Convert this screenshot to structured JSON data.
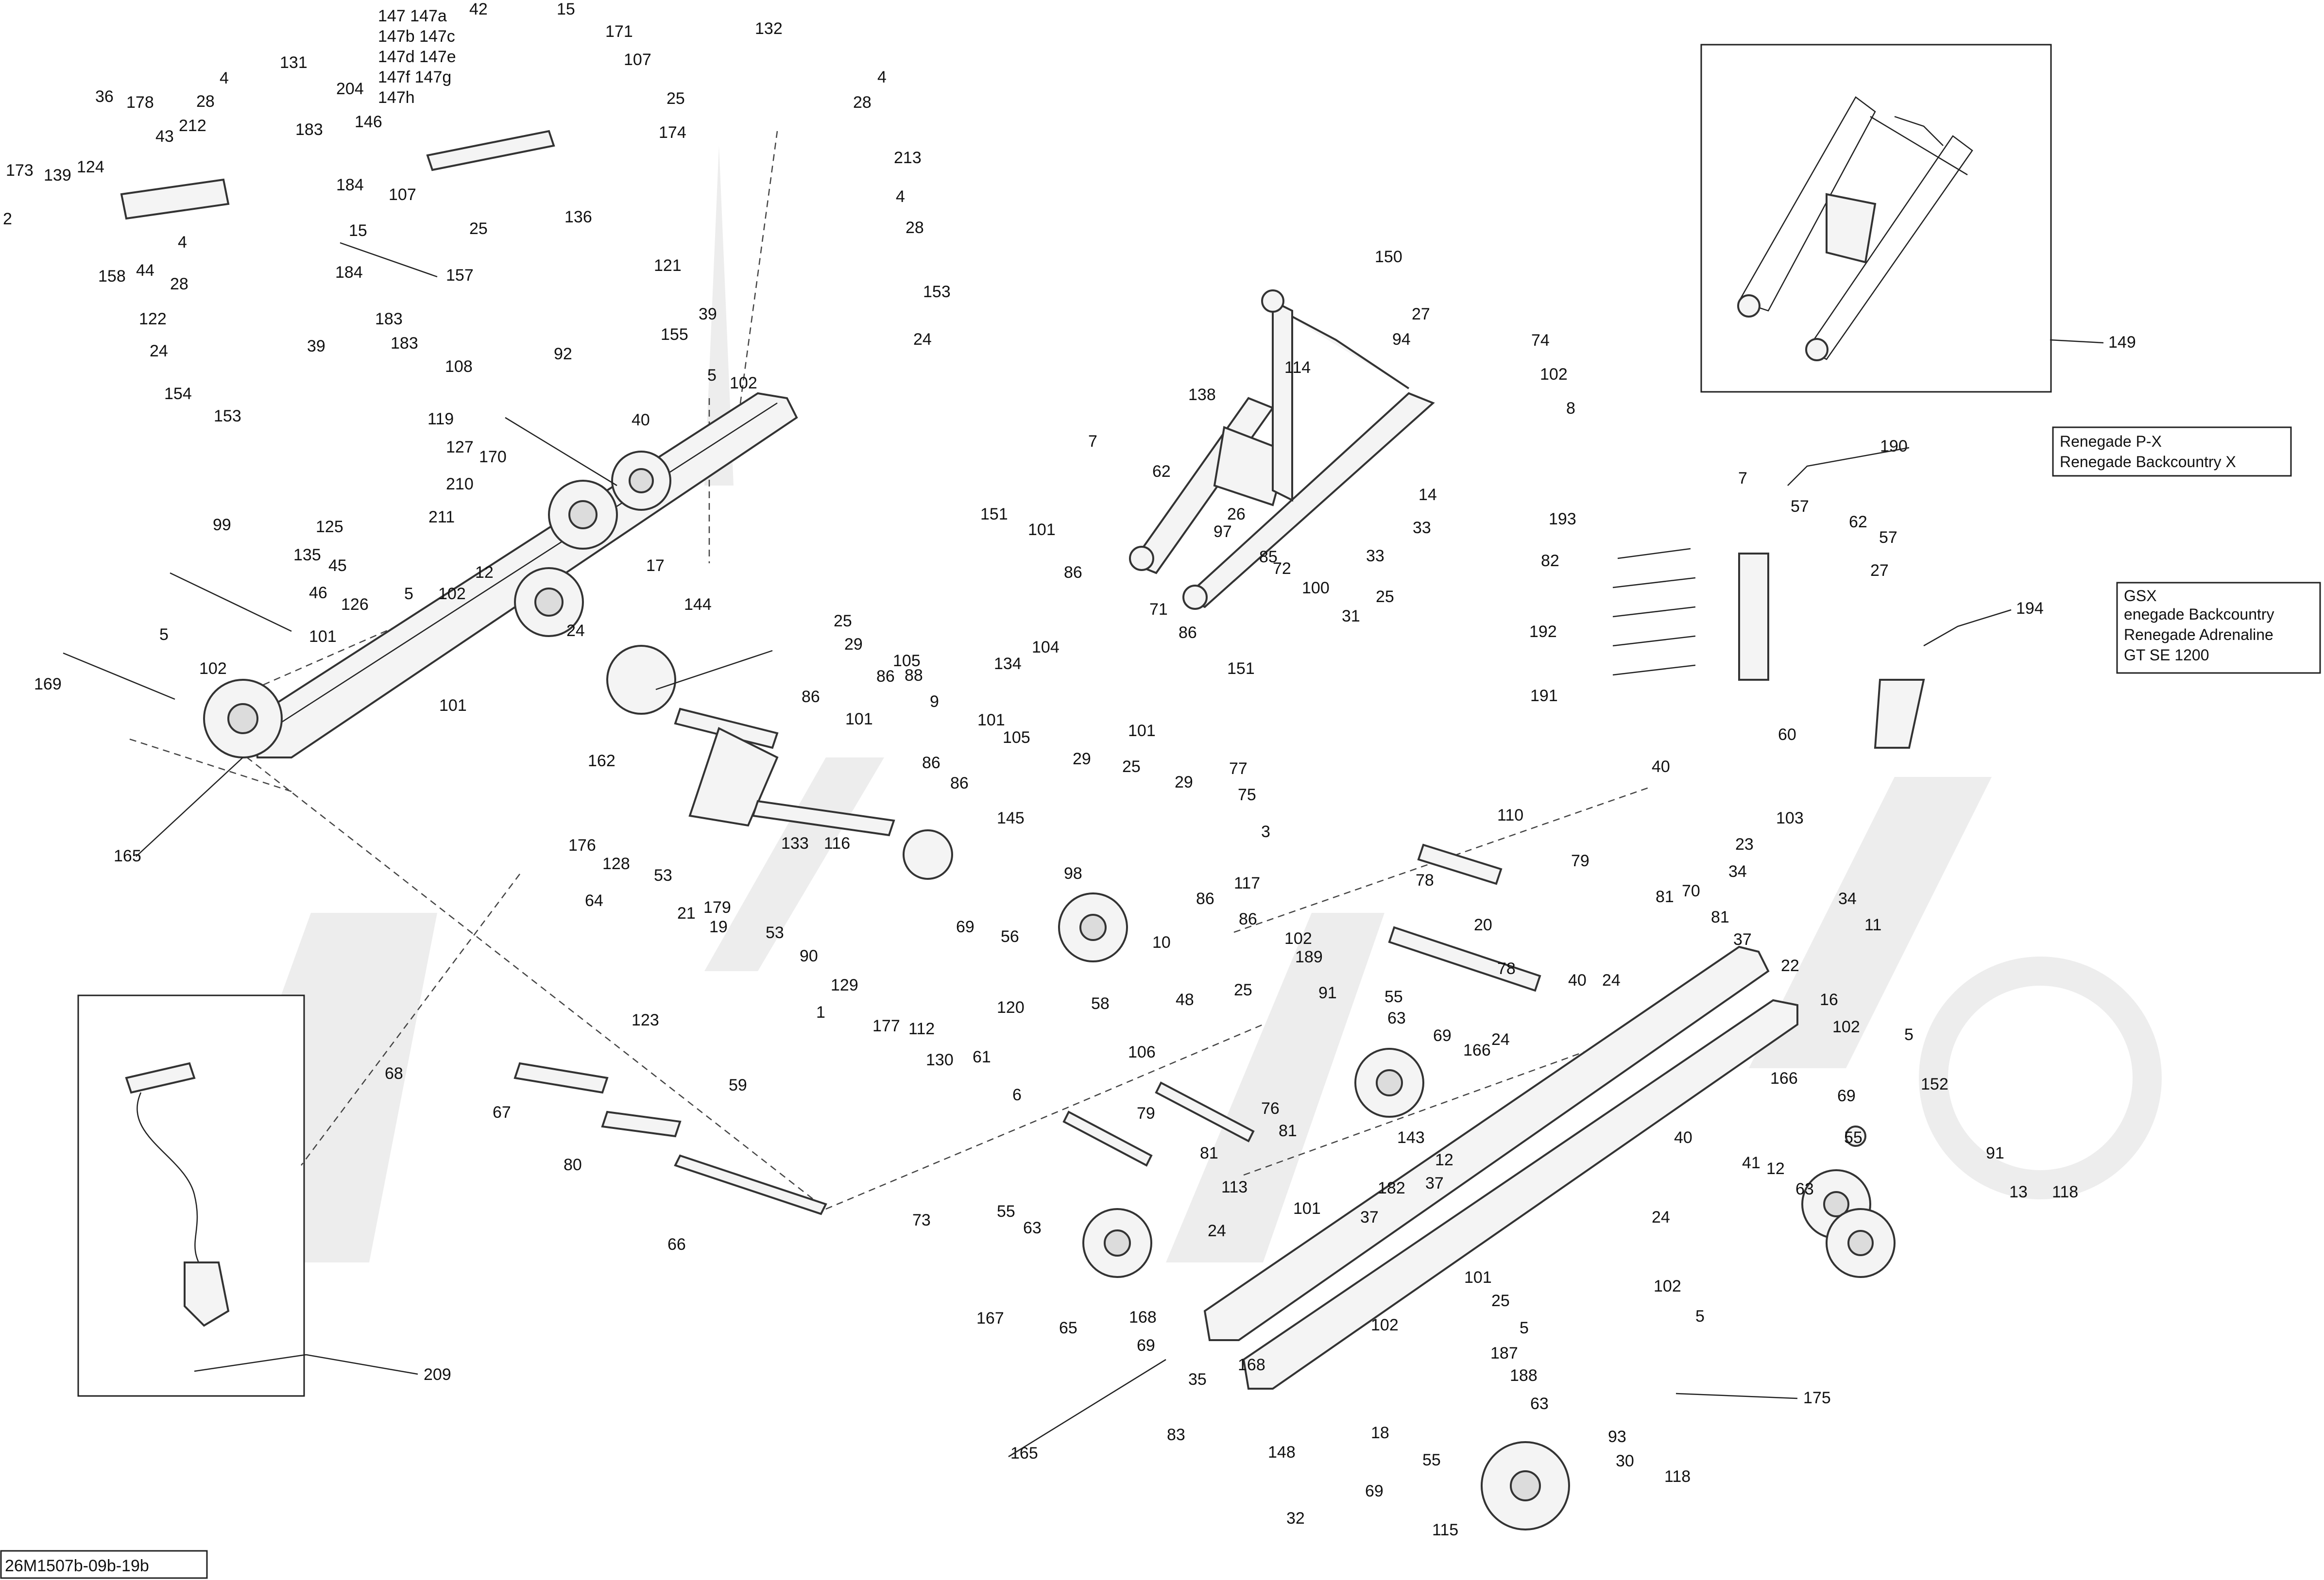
{
  "diagram_code": "26M1507b-09b-19b",
  "callouts": [
    {
      "id": "c173",
      "text": "173"
    },
    {
      "id": "c139",
      "text": "139"
    },
    {
      "id": "c124",
      "text": "124"
    },
    {
      "id": "c36",
      "text": "36"
    },
    {
      "id": "c178",
      "text": "178"
    },
    {
      "id": "c43",
      "text": "43"
    },
    {
      "id": "c212",
      "text": "212"
    },
    {
      "id": "c28a",
      "text": "28"
    },
    {
      "id": "c4a",
      "text": "4"
    },
    {
      "id": "c131",
      "text": "131"
    },
    {
      "id": "c204",
      "text": "204"
    },
    {
      "id": "c183a",
      "text": "183"
    },
    {
      "id": "c146",
      "text": "146"
    },
    {
      "id": "c2",
      "text": "2"
    },
    {
      "id": "c158",
      "text": "158"
    },
    {
      "id": "c44",
      "text": "44"
    },
    {
      "id": "c4b",
      "text": "4"
    },
    {
      "id": "c28b",
      "text": "28"
    },
    {
      "id": "c122",
      "text": "122"
    },
    {
      "id": "c24a",
      "text": "24"
    },
    {
      "id": "c154",
      "text": "154"
    },
    {
      "id": "c153a",
      "text": "153"
    },
    {
      "id": "c184a",
      "text": "184"
    },
    {
      "id": "c184b",
      "text": "184"
    },
    {
      "id": "c183b",
      "text": "183"
    },
    {
      "id": "c39a",
      "text": "39"
    },
    {
      "id": "c183c",
      "text": "183"
    },
    {
      "id": "c108",
      "text": "108"
    },
    {
      "id": "c157",
      "text": "157"
    },
    {
      "id": "c15a",
      "text": "15"
    },
    {
      "id": "c107a",
      "text": "107"
    },
    {
      "id": "c25a",
      "text": "25"
    },
    {
      "id": "c147",
      "text": "147 147a"
    },
    {
      "id": "c147b",
      "text": "147b 147c"
    },
    {
      "id": "c147d",
      "text": "147d 147e"
    },
    {
      "id": "c147f",
      "text": "147f 147g"
    },
    {
      "id": "c147h",
      "text": "147h"
    },
    {
      "id": "c42",
      "text": "42"
    },
    {
      "id": "c15b",
      "text": "15"
    },
    {
      "id": "c171",
      "text": "171"
    },
    {
      "id": "c107b",
      "text": "107"
    },
    {
      "id": "c25b",
      "text": "25"
    },
    {
      "id": "c174",
      "text": "174"
    },
    {
      "id": "c136",
      "text": "136"
    },
    {
      "id": "c132",
      "text": "132"
    },
    {
      "id": "c4c",
      "text": "4"
    },
    {
      "id": "c28c",
      "text": "28"
    },
    {
      "id": "c213",
      "text": "213"
    },
    {
      "id": "c4d",
      "text": "4"
    },
    {
      "id": "c28d",
      "text": "28"
    },
    {
      "id": "c121",
      "text": "121"
    },
    {
      "id": "c153b",
      "text": "153"
    },
    {
      "id": "c39b",
      "text": "39"
    },
    {
      "id": "c155",
      "text": "155"
    },
    {
      "id": "c24b",
      "text": "24"
    },
    {
      "id": "c150",
      "text": "150"
    },
    {
      "id": "c27a",
      "text": "27"
    },
    {
      "id": "c94",
      "text": "94"
    },
    {
      "id": "c74",
      "text": "74"
    },
    {
      "id": "c102a",
      "text": "102"
    },
    {
      "id": "c8",
      "text": "8"
    },
    {
      "id": "c114",
      "text": "114"
    },
    {
      "id": "c138",
      "text": "138"
    },
    {
      "id": "c7a",
      "text": "7"
    },
    {
      "id": "c62a",
      "text": "62"
    },
    {
      "id": "c14",
      "text": "14"
    },
    {
      "id": "c33a",
      "text": "33"
    },
    {
      "id": "c33b",
      "text": "33"
    },
    {
      "id": "c26",
      "text": "26"
    },
    {
      "id": "c97",
      "text": "97"
    },
    {
      "id": "c85",
      "text": "85"
    },
    {
      "id": "c72",
      "text": "72"
    },
    {
      "id": "c100",
      "text": "100"
    },
    {
      "id": "c25c",
      "text": "25"
    },
    {
      "id": "c31",
      "text": "31"
    },
    {
      "id": "c149",
      "text": "149"
    },
    {
      "id": "c190",
      "text": "190"
    },
    {
      "id": "c7b",
      "text": "7"
    },
    {
      "id": "c57a",
      "text": "57"
    },
    {
      "id": "c62b",
      "text": "62"
    },
    {
      "id": "c57b",
      "text": "57"
    },
    {
      "id": "c27b",
      "text": "27"
    },
    {
      "id": "c193",
      "text": "193"
    },
    {
      "id": "c82",
      "text": "82"
    },
    {
      "id": "c192",
      "text": "192"
    },
    {
      "id": "c191",
      "text": "191"
    },
    {
      "id": "c40a",
      "text": "40"
    },
    {
      "id": "c60",
      "text": "60"
    },
    {
      "id": "c194",
      "text": "194"
    },
    {
      "id": "c92",
      "text": "92"
    },
    {
      "id": "c5a",
      "text": "5"
    },
    {
      "id": "c102b",
      "text": "102"
    },
    {
      "id": "c40b",
      "text": "40"
    },
    {
      "id": "c119",
      "text": "119"
    },
    {
      "id": "c127",
      "text": "127"
    },
    {
      "id": "c170",
      "text": "170"
    },
    {
      "id": "c210",
      "text": "210"
    },
    {
      "id": "c211",
      "text": "211"
    },
    {
      "id": "c125",
      "text": "125"
    },
    {
      "id": "c135",
      "text": "135"
    },
    {
      "id": "c45",
      "text": "45"
    },
    {
      "id": "c46",
      "text": "46"
    },
    {
      "id": "c126",
      "text": "126"
    },
    {
      "id": "c5b",
      "text": "5"
    },
    {
      "id": "c102c",
      "text": "102"
    },
    {
      "id": "c12a",
      "text": "12"
    },
    {
      "id": "c17",
      "text": "17"
    },
    {
      "id": "c99",
      "text": "99"
    },
    {
      "id": "c5c",
      "text": "5"
    },
    {
      "id": "c101a",
      "text": "101"
    },
    {
      "id": "c102d",
      "text": "102"
    },
    {
      "id": "c169",
      "text": "169"
    },
    {
      "id": "c24c",
      "text": "24"
    },
    {
      "id": "c144",
      "text": "144"
    },
    {
      "id": "c101b",
      "text": "101"
    },
    {
      "id": "c165a",
      "text": "165"
    },
    {
      "id": "c151a",
      "text": "151"
    },
    {
      "id": "c101c",
      "text": "101"
    },
    {
      "id": "c86a",
      "text": "86"
    },
    {
      "id": "c71",
      "text": "71"
    },
    {
      "id": "c86b",
      "text": "86"
    },
    {
      "id": "c25d",
      "text": "25"
    },
    {
      "id": "c29a",
      "text": "29"
    },
    {
      "id": "c134",
      "text": "134"
    },
    {
      "id": "c104",
      "text": "104"
    },
    {
      "id": "c105a",
      "text": "105"
    },
    {
      "id": "c88",
      "text": "88"
    },
    {
      "id": "c86c",
      "text": "86"
    },
    {
      "id": "c86d",
      "text": "86"
    },
    {
      "id": "c9",
      "text": "9"
    },
    {
      "id": "c101d",
      "text": "101"
    },
    {
      "id": "c101e",
      "text": "101"
    },
    {
      "id": "c105b",
      "text": "105"
    },
    {
      "id": "c151b",
      "text": "151"
    },
    {
      "id": "c101f",
      "text": "101"
    },
    {
      "id": "c86e",
      "text": "86"
    },
    {
      "id": "c86f",
      "text": "86"
    },
    {
      "id": "c29b",
      "text": "29"
    },
    {
      "id": "c25e",
      "text": "25"
    },
    {
      "id": "c29c",
      "text": "29"
    },
    {
      "id": "c77",
      "text": "77"
    },
    {
      "id": "c75",
      "text": "75"
    },
    {
      "id": "c3",
      "text": "3"
    },
    {
      "id": "c162",
      "text": "162"
    },
    {
      "id": "c176",
      "text": "176"
    },
    {
      "id": "c128",
      "text": "128"
    },
    {
      "id": "c133",
      "text": "133"
    },
    {
      "id": "c116",
      "text": "116"
    },
    {
      "id": "c145",
      "text": "145"
    },
    {
      "id": "c53a",
      "text": "53"
    },
    {
      "id": "c64",
      "text": "64"
    },
    {
      "id": "c21",
      "text": "21"
    },
    {
      "id": "c179",
      "text": "179"
    },
    {
      "id": "c19",
      "text": "19"
    },
    {
      "id": "c53b",
      "text": "53"
    },
    {
      "id": "c90",
      "text": "90"
    },
    {
      "id": "c129",
      "text": "129"
    },
    {
      "id": "c1",
      "text": "1"
    },
    {
      "id": "c123",
      "text": "123"
    },
    {
      "id": "c177",
      "text": "177"
    },
    {
      "id": "c112",
      "text": "112"
    },
    {
      "id": "c130",
      "text": "130"
    },
    {
      "id": "c61",
      "text": "61"
    },
    {
      "id": "c6",
      "text": "6"
    },
    {
      "id": "c59",
      "text": "59"
    },
    {
      "id": "c98",
      "text": "98"
    },
    {
      "id": "c69a",
      "text": "69"
    },
    {
      "id": "c56",
      "text": "56"
    },
    {
      "id": "c120",
      "text": "120"
    },
    {
      "id": "c58",
      "text": "58"
    },
    {
      "id": "c106",
      "text": "106"
    },
    {
      "id": "c117",
      "text": "117"
    },
    {
      "id": "c86g",
      "text": "86"
    },
    {
      "id": "c10",
      "text": "10"
    },
    {
      "id": "c86h",
      "text": "86"
    },
    {
      "id": "c25f",
      "text": "25"
    },
    {
      "id": "c102e",
      "text": "102"
    },
    {
      "id": "c189",
      "text": "189"
    },
    {
      "id": "c48",
      "text": "48"
    },
    {
      "id": "c110",
      "text": "110"
    },
    {
      "id": "c79a",
      "text": "79"
    },
    {
      "id": "c78a",
      "text": "78"
    },
    {
      "id": "c20",
      "text": "20"
    },
    {
      "id": "c78b",
      "text": "78"
    },
    {
      "id": "c40c",
      "text": "40"
    },
    {
      "id": "c24d",
      "text": "24"
    },
    {
      "id": "c103",
      "text": "103"
    },
    {
      "id": "c23",
      "text": "23"
    },
    {
      "id": "c81a",
      "text": "81"
    },
    {
      "id": "c70",
      "text": "70"
    },
    {
      "id": "c34a",
      "text": "34"
    },
    {
      "id": "c81b",
      "text": "81"
    },
    {
      "id": "c37a",
      "text": "37"
    },
    {
      "id": "c34b",
      "text": "34"
    },
    {
      "id": "c11",
      "text": "11"
    },
    {
      "id": "c22",
      "text": "22"
    },
    {
      "id": "c16",
      "text": "16"
    },
    {
      "id": "c102f",
      "text": "102"
    },
    {
      "id": "c5d",
      "text": "5"
    },
    {
      "id": "c68",
      "text": "68"
    },
    {
      "id": "c67",
      "text": "67"
    },
    {
      "id": "c80",
      "text": "80"
    },
    {
      "id": "c66",
      "text": "66"
    },
    {
      "id": "c91a",
      "text": "91"
    },
    {
      "id": "c55a",
      "text": "55"
    },
    {
      "id": "c63a",
      "text": "63"
    },
    {
      "id": "c69b",
      "text": "69"
    },
    {
      "id": "c24e",
      "text": "24"
    },
    {
      "id": "c166a",
      "text": "166"
    },
    {
      "id": "c76",
      "text": "76"
    },
    {
      "id": "c81c",
      "text": "81"
    },
    {
      "id": "c143",
      "text": "143"
    },
    {
      "id": "c12b",
      "text": "12"
    },
    {
      "id": "c37b",
      "text": "37"
    },
    {
      "id": "c182",
      "text": "182"
    },
    {
      "id": "c79b",
      "text": "79"
    },
    {
      "id": "c81d",
      "text": "81"
    },
    {
      "id": "c113",
      "text": "113"
    },
    {
      "id": "c101g",
      "text": "101"
    },
    {
      "id": "c37c",
      "text": "37"
    },
    {
      "id": "c166b",
      "text": "166"
    },
    {
      "id": "c69c",
      "text": "69"
    },
    {
      "id": "c40d",
      "text": "40"
    },
    {
      "id": "c41",
      "text": "41"
    },
    {
      "id": "c12c",
      "text": "12"
    },
    {
      "id": "c55b",
      "text": "55"
    },
    {
      "id": "c152",
      "text": "152"
    },
    {
      "id": "c63b",
      "text": "63"
    },
    {
      "id": "c91b",
      "text": "91"
    },
    {
      "id": "c13",
      "text": "13"
    },
    {
      "id": "c118a",
      "text": "118"
    },
    {
      "id": "c24f",
      "text": "24"
    },
    {
      "id": "c73",
      "text": "73"
    },
    {
      "id": "c55c",
      "text": "55"
    },
    {
      "id": "c63c",
      "text": "63"
    },
    {
      "id": "c24g",
      "text": "24"
    },
    {
      "id": "c167",
      "text": "167"
    },
    {
      "id": "c168a",
      "text": "168"
    },
    {
      "id": "c65",
      "text": "65"
    },
    {
      "id": "c69d",
      "text": "69"
    },
    {
      "id": "c101h",
      "text": "101"
    },
    {
      "id": "c25g",
      "text": "25"
    },
    {
      "id": "c5e",
      "text": "5"
    },
    {
      "id": "c102g",
      "text": "102"
    },
    {
      "id": "c102h",
      "text": "102"
    },
    {
      "id": "c5f",
      "text": "5"
    },
    {
      "id": "c187",
      "text": "187"
    },
    {
      "id": "c188",
      "text": "188"
    },
    {
      "id": "c35",
      "text": "35"
    },
    {
      "id": "c168b",
      "text": "168"
    },
    {
      "id": "c83",
      "text": "83"
    },
    {
      "id": "c175",
      "text": "175"
    },
    {
      "id": "c63d",
      "text": "63"
    },
    {
      "id": "c148",
      "text": "148"
    },
    {
      "id": "c18",
      "text": "18"
    },
    {
      "id": "c69e",
      "text": "69"
    },
    {
      "id": "c55d",
      "text": "55"
    },
    {
      "id": "c93",
      "text": "93"
    },
    {
      "id": "c30",
      "text": "30"
    },
    {
      "id": "c118b",
      "text": "118"
    },
    {
      "id": "c115",
      "text": "115"
    },
    {
      "id": "c32",
      "text": "32"
    },
    {
      "id": "c165b",
      "text": "165"
    },
    {
      "id": "c209",
      "text": "209"
    }
  ],
  "boxes": {
    "box190": [
      "Renegade P-X",
      "Renegade Backcountry X"
    ],
    "box194": [
      "GSX",
      "enegade Backcountry",
      "Renegade Adrenaline",
      "GT SE 1200"
    ]
  }
}
